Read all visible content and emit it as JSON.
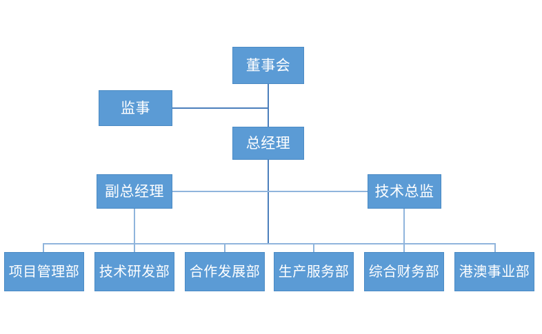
{
  "chart": {
    "type": "org-chart",
    "title": "",
    "colors": {
      "node_fill": "#5B9BD5",
      "node_border": "#4A8AC4",
      "node_text": "#FFFFFF",
      "connector": "#4A7EBB",
      "connector_light": "#8FB4DC",
      "background": "#FFFFFF"
    },
    "levels": [
      {
        "level": 1,
        "nodes": [
          {
            "id": "board",
            "label": "董事会"
          }
        ]
      },
      {
        "level": 2,
        "nodes": [
          {
            "id": "supervisor",
            "label": "监事"
          }
        ]
      },
      {
        "level": 3,
        "nodes": [
          {
            "id": "general-manager",
            "label": "总经理"
          }
        ]
      },
      {
        "level": 4,
        "nodes": [
          {
            "id": "deputy-general-manager",
            "label": "副总经理"
          },
          {
            "id": "technical-director",
            "label": "技术总监"
          }
        ]
      },
      {
        "level": 5,
        "nodes": [
          {
            "id": "dept-project-management",
            "label": "项目管理部"
          },
          {
            "id": "dept-technical-rd",
            "label": "技术研发部"
          },
          {
            "id": "dept-cooperation-development",
            "label": "合作发展部"
          },
          {
            "id": "dept-production-service",
            "label": "生产服务部"
          },
          {
            "id": "dept-comprehensive-finance",
            "label": "综合财务部"
          },
          {
            "id": "dept-hk-macau-business",
            "label": "港澳事业部"
          }
        ]
      }
    ],
    "nodes": {
      "board": "董事会",
      "supervisor": "监事",
      "general_manager": "总经理",
      "deputy_general_manager": "副总经理",
      "technical_director": "技术总监",
      "dept_1": "项目管理部",
      "dept_2": "技术研发部",
      "dept_3": "合作发展部",
      "dept_4": "生产服务部",
      "dept_5": "综合财务部",
      "dept_6": "港澳事业部"
    }
  }
}
